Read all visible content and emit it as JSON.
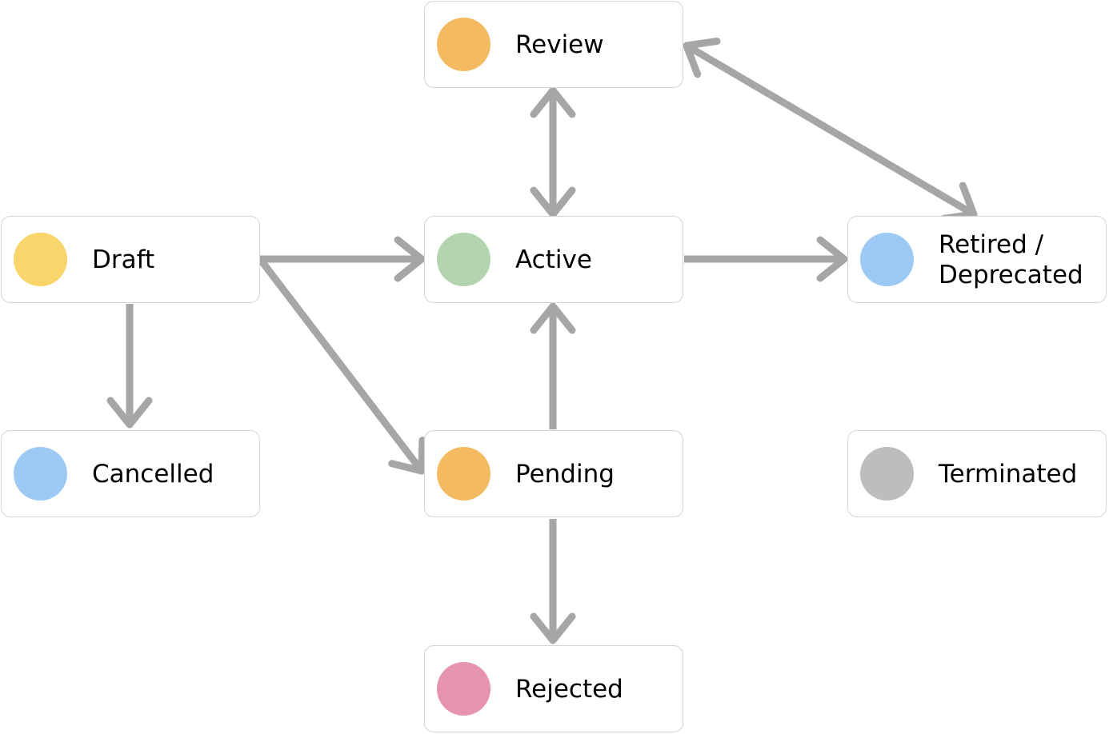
{
  "states": {
    "review": {
      "label": "Review",
      "color": "#f4ba62"
    },
    "draft": {
      "label": "Draft",
      "color": "#f9d56b"
    },
    "active": {
      "label": "Active",
      "color": "#b2d5b0"
    },
    "retired": {
      "label": "Retired /\nDeprecated",
      "color": "#9dcaf4"
    },
    "cancelled": {
      "label": "Cancelled",
      "color": "#9dcaf4"
    },
    "pending": {
      "label": "Pending",
      "color": "#f4ba62"
    },
    "terminated": {
      "label": "Terminated",
      "color": "#bdbdbd"
    },
    "rejected": {
      "label": "Rejected",
      "color": "#e693ae"
    }
  },
  "transitions": [
    {
      "from": "draft",
      "to": "active",
      "bidirectional": false
    },
    {
      "from": "draft",
      "to": "cancelled",
      "bidirectional": false
    },
    {
      "from": "draft",
      "to": "pending",
      "bidirectional": false
    },
    {
      "from": "active",
      "to": "review",
      "bidirectional": true
    },
    {
      "from": "review",
      "to": "retired",
      "bidirectional": true
    },
    {
      "from": "active",
      "to": "retired",
      "bidirectional": false
    },
    {
      "from": "pending",
      "to": "active",
      "bidirectional": false
    },
    {
      "from": "pending",
      "to": "rejected",
      "bidirectional": false
    }
  ],
  "edge_color": "#a6a6a6"
}
